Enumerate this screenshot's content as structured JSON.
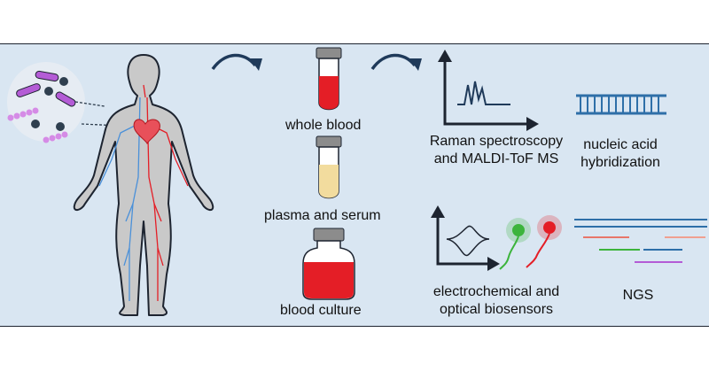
{
  "labels": {
    "whole_blood": "whole blood",
    "plasma_serum": "plasma and serum",
    "blood_culture": "blood culture",
    "raman_line1": "Raman spectroscopy",
    "raman_line2": "and MALDI-ToF MS",
    "hybrid_line1": "nucleic acid",
    "hybrid_line2": "hybridization",
    "sensor_line1": "electrochemical and",
    "sensor_line2": "optical biosensors",
    "ngs": "NGS"
  },
  "colors": {
    "panel_bg": "#d9e6f2",
    "outline": "#1d2430",
    "body_fill": "#c9c9c9",
    "blood_red": "#e41e26",
    "plasma_yellow": "#f2dc9e",
    "artery_red": "#e41e26",
    "vein_blue": "#4a90d9",
    "dna_blue": "#2e6fa8",
    "probe_green": "#3cb43c",
    "probe_red": "#e41e26",
    "bacteria_purple": "#b45cd6",
    "cap_gray": "#8c8c8c"
  },
  "icons": [
    "bacteria-cluster-icon",
    "human-circulation-figure",
    "curved-arrow-icon",
    "blood-tube-icon",
    "plasma-tube-icon",
    "culture-bottle-icon",
    "spectrum-plot-icon",
    "dna-double-strand-icon",
    "voltammogram-plot-icon",
    "fluorescent-probe-icon",
    "sequencing-reads-icon"
  ]
}
